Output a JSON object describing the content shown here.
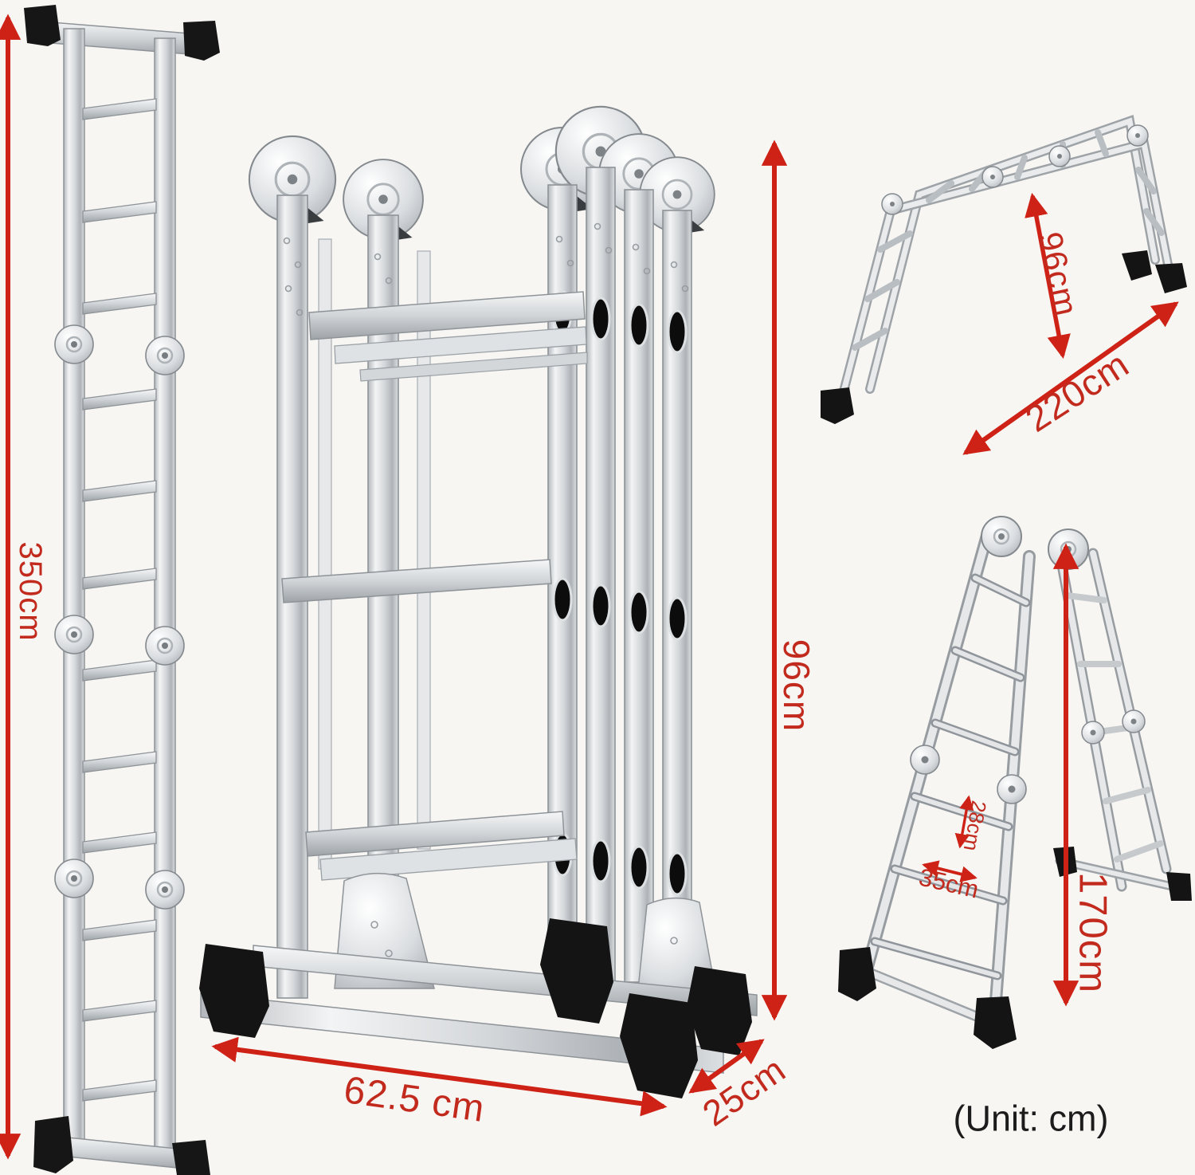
{
  "page": {
    "background": "#f7f6f3",
    "arrow_color": "#cf2217",
    "label_color": "#c22a1e",
    "unit_note": "(Unit: cm)"
  },
  "views": {
    "extended": {
      "height": "350cm"
    },
    "folded": {
      "height": "96cm",
      "width": "62.5 cm",
      "depth": "25cm"
    },
    "scaffold": {
      "height": "96cm",
      "span": "220cm"
    },
    "aframe": {
      "height": "170cm",
      "rung_spacing": "28cm",
      "rung_width": "35cm"
    }
  }
}
